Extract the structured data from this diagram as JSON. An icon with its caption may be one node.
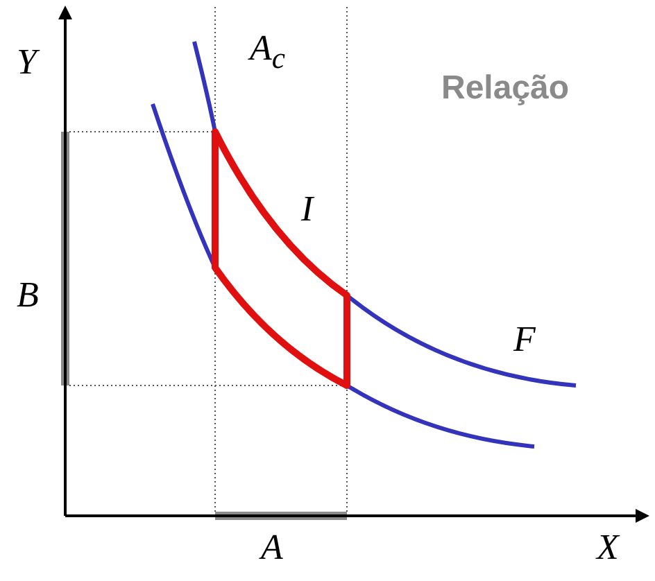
{
  "diagram": {
    "labels": [
      "Y",
      "A$_{c}$",
      "Relação",
      "I",
      "B",
      "F",
      "A",
      "X"
    ]
  }
}
